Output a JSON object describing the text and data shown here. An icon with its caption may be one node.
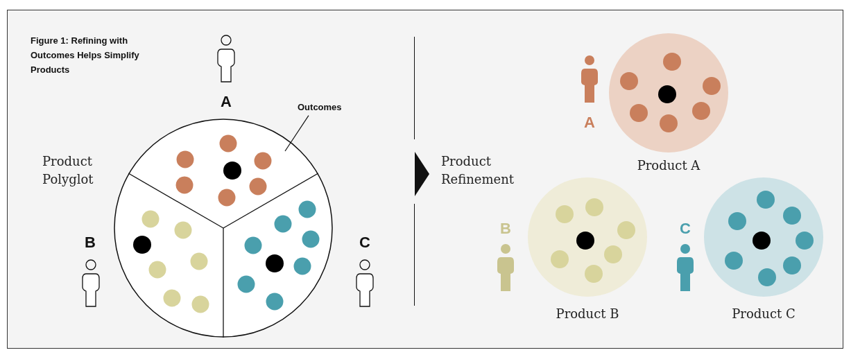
{
  "diagram": {
    "title": "Figure 1: Refining with Outcomes Helps Simplify Products",
    "nodes": [
      {
        "text": [
          "Outcomes"
        ]
      },
      {
        "text": [],
        "shape": "circle"
      },
      {
        "text": [],
        "shape": "circle",
        "beside": [
          "Product A"
        ]
      },
      {
        "text": [],
        "shape": "circle",
        "beside": [
          "Product B"
        ]
      },
      {
        "text": [],
        "shape": "circle",
        "beside": [
          "Product C"
        ]
      }
    ],
    "edges": [
      {
        "from": 0,
        "to": 1,
        "arrow": "none"
      }
    ],
    "labels": [
      "A",
      "Product Polyglot",
      "B",
      "C",
      "Product Refinement",
      "A",
      "B",
      "C"
    ]
  }
}
